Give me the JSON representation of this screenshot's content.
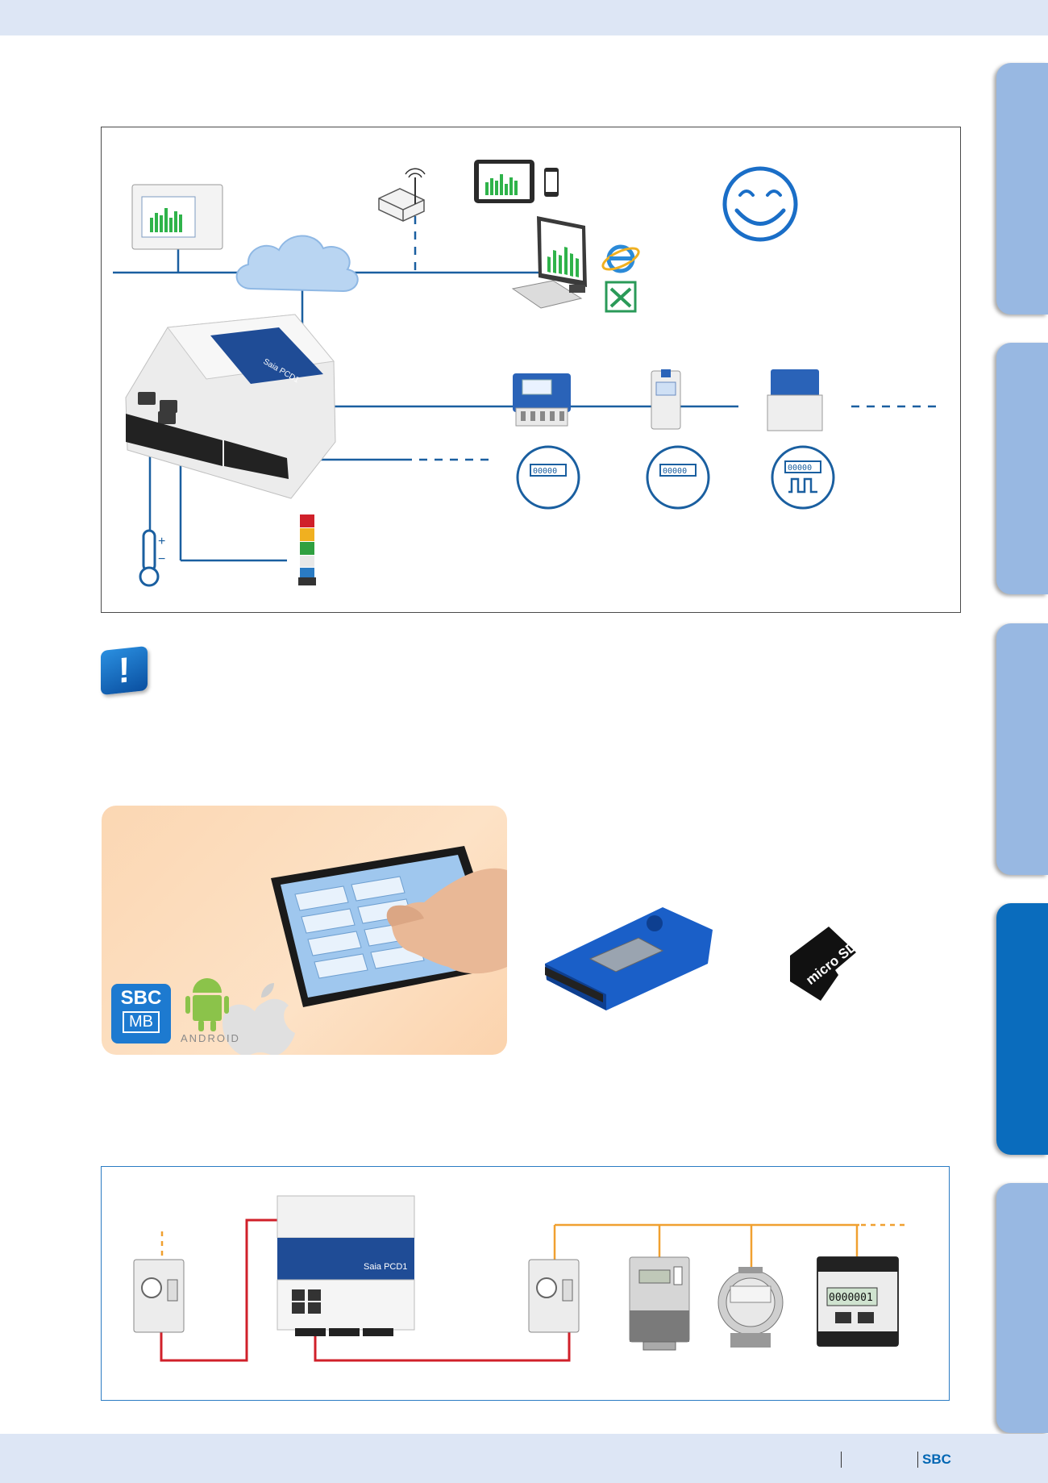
{
  "colors": {
    "accent": "#0a6cbd",
    "line_blue": "#1a5fa0",
    "line_orange": "#f0a030",
    "line_red": "#d0202a",
    "tab": "#98b8e2",
    "bar": "#dde6f5"
  },
  "icons": {
    "smiley": "smiley-icon",
    "cloud": "cloud-icon",
    "router": "router-icon",
    "thermometer": "thermometer-icon",
    "signal_tower": "signal-tower-icon",
    "alert": "exclamation-icon",
    "browser": "internet-explorer-icon",
    "spreadsheet": "excel-icon",
    "android": "android-icon",
    "apple": "apple-icon"
  },
  "labels": {
    "controller": "Saia PCD1",
    "controller2": "Saia PCD1",
    "sbc_badge_top": "SBC",
    "sbc_badge_bottom": "MB",
    "android_word": "ANDROID",
    "microsd": "micro SD",
    "thermo_plus": "+",
    "thermo_minus": "−",
    "excl": "!"
  },
  "meter_display": "00000",
  "meter_lcd": "0000001",
  "footer": {
    "brand": "SBC"
  },
  "side_tabs": [
    {
      "id": "tab-1",
      "active": false
    },
    {
      "id": "tab-2",
      "active": false
    },
    {
      "id": "tab-3",
      "active": false
    },
    {
      "id": "tab-4",
      "active": true
    },
    {
      "id": "tab-5",
      "active": false
    }
  ]
}
